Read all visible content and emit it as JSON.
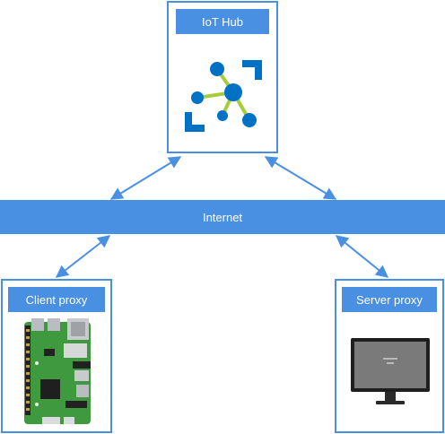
{
  "nodes": {
    "iot_hub": {
      "label": "IoT Hub",
      "icon": "iot-hub-icon"
    },
    "internet": {
      "label": "Internet"
    },
    "client_proxy": {
      "label": "Client proxy",
      "icon": "raspberry-pi-board-icon"
    },
    "server_proxy": {
      "label": "Server proxy",
      "icon": "desktop-monitor-icon"
    }
  },
  "connections": [
    {
      "from": "iot_hub",
      "to": "internet",
      "direction": "bidirectional"
    },
    {
      "from": "internet",
      "to": "client_proxy",
      "direction": "bidirectional"
    },
    {
      "from": "internet",
      "to": "server_proxy",
      "direction": "bidirectional"
    }
  ],
  "colors": {
    "accent": "#4a90e2",
    "hub_node": "#0072c6",
    "hub_edge": "#a5cd39",
    "pcb_green": "#3f9a3f"
  }
}
